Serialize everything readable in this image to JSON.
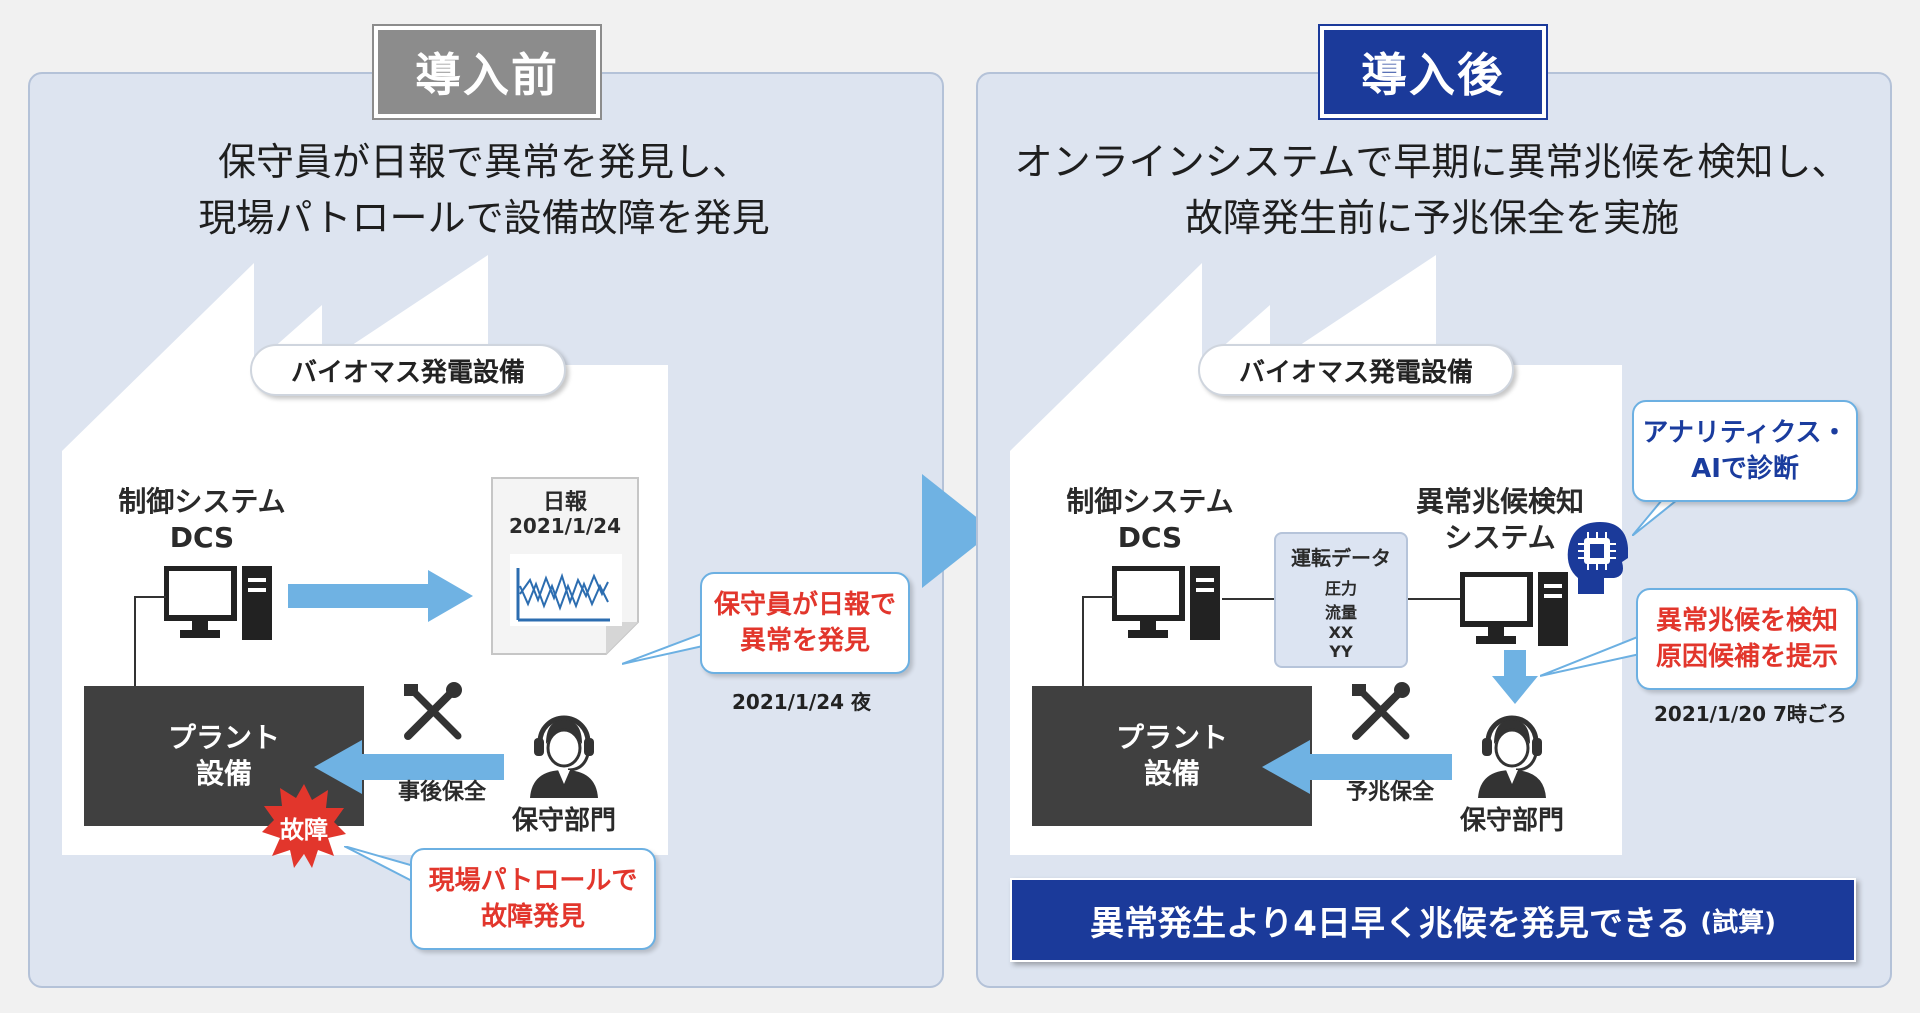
{
  "before": {
    "tag": "導入前",
    "heading": [
      "保守員が日報で異常を発見し、",
      "現場パトロールで設備故障を発見"
    ],
    "facility": "バイオマス発電設備",
    "control_system": [
      "制御システム",
      "DCS"
    ],
    "report": [
      "日報",
      "2021/1/24"
    ],
    "callout_report": [
      "保守員が日報で",
      "異常を発見"
    ],
    "report_date": "2021/1/24 夜",
    "plant": [
      "プラント",
      "設備"
    ],
    "maintenance_type": "事後保全",
    "department": "保守部門",
    "failure_badge": "故障",
    "callout_patrol": [
      "現場パトロールで",
      "故障発見"
    ]
  },
  "after": {
    "tag": "導入後",
    "heading": [
      "オンラインシステムで早期に異常兆候を検知し、",
      "故障発生前に予兆保全を実施"
    ],
    "facility": "バイオマス発電設備",
    "control_system": [
      "制御システム",
      "DCS"
    ],
    "operation_data": [
      "運転データ",
      "圧力",
      "流量",
      "XX",
      "YY"
    ],
    "detection_system": [
      "異常兆候検知",
      "システム"
    ],
    "ai_callout": [
      "アナリティクス・",
      "AIで診断"
    ],
    "detect_callout": [
      "異常兆候を検知",
      "原因候補を提示"
    ],
    "detect_date": "2021/1/20 7時ごろ",
    "plant": [
      "プラント",
      "設備"
    ],
    "maintenance_type": "予兆保全",
    "department": "保守部門",
    "result": "異常発生より4日早く兆候を発見できる",
    "result_note": "(試算)"
  },
  "colors": {
    "before_tag": "#8c8c8c",
    "after_tag": "#1b3a9a",
    "accent_red": "#e2362c",
    "arrow_blue": "#6fb2e3",
    "panel_bg": "#dde4f0"
  },
  "icons": [
    "monitor-icon",
    "server-tower-icon",
    "wrench-screwdriver-icon",
    "operator-headset-icon",
    "report-document-icon",
    "ai-head-icon",
    "failure-burst-icon"
  ]
}
